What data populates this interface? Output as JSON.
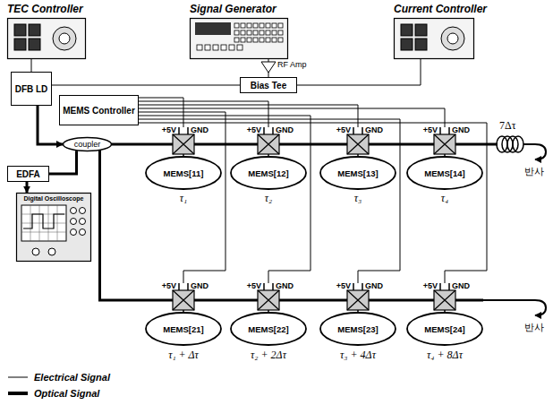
{
  "diagram": {
    "nodes": [
      {
        "text": [
          "TEC Controller"
        ]
      },
      {
        "text": [
          "Signal Generator"
        ]
      },
      {
        "text": [
          "Current Controller"
        ]
      },
      {
        "text": [
          "DFB LD"
        ]
      },
      {
        "text": [
          "MEMS Controller"
        ]
      },
      {
        "text": [
          "Bias Tee"
        ]
      },
      {
        "text": [
          "coupler"
        ]
      },
      {
        "text": [
          "EDFA"
        ]
      },
      {
        "text": [
          "Digital Oscilloscope"
        ]
      },
      {
        "text": [
          "MEMS[11]"
        ]
      },
      {
        "text": [
          "MEMS[12]"
        ]
      },
      {
        "text": [
          "MEMS[13]"
        ]
      },
      {
        "text": [
          "MEMS[14]"
        ]
      },
      {
        "text": [
          "MEMS[21]"
        ]
      },
      {
        "text": [
          "MEMS[22]"
        ]
      },
      {
        "text": [
          "MEMS[23]"
        ]
      },
      {
        "text": [
          "MEMS[24]"
        ]
      }
    ],
    "edges": [
      {
        "from": 0,
        "to": 3,
        "arrow": "none"
      },
      {
        "from": 1,
        "to": 5,
        "arrow": "none"
      },
      {
        "from": 2,
        "to": 5,
        "arrow": "none"
      },
      {
        "from": 5,
        "to": 3,
        "arrow": "none"
      },
      {
        "from": 3,
        "to": 6,
        "arrow": "to"
      },
      {
        "from": 6,
        "to": 9,
        "arrow": "none"
      },
      {
        "from": 9,
        "to": 10,
        "arrow": "none"
      },
      {
        "from": 10,
        "to": 11,
        "arrow": "none"
      },
      {
        "from": 11,
        "to": 12,
        "arrow": "none"
      },
      {
        "from": 6,
        "to": 13,
        "arrow": "none"
      },
      {
        "from": 13,
        "to": 14,
        "arrow": "none"
      },
      {
        "from": 14,
        "to": 15,
        "arrow": "none"
      },
      {
        "from": 15,
        "to": 16,
        "arrow": "none"
      },
      {
        "from": 6,
        "to": 7,
        "arrow": "none"
      },
      {
        "from": 7,
        "to": 8,
        "arrow": "to"
      },
      {
        "from": 4,
        "to": 9,
        "arrow": "none"
      },
      {
        "from": 4,
        "to": 10,
        "arrow": "none"
      },
      {
        "from": 4,
        "to": 11,
        "arrow": "none"
      },
      {
        "from": 4,
        "to": 12,
        "arrow": "none"
      },
      {
        "from": 4,
        "to": 13,
        "arrow": "none"
      },
      {
        "from": 4,
        "to": 14,
        "arrow": "none"
      },
      {
        "from": 4,
        "to": 15,
        "arrow": "none"
      },
      {
        "from": 4,
        "to": 16,
        "arrow": "none"
      }
    ],
    "labels": [
      "RF Amp",
      "+5V",
      "GND",
      "+5V",
      "GND",
      "+5V",
      "GND",
      "+5V",
      "GND",
      "+5V",
      "GND",
      "+5V",
      "GND",
      "+5V",
      "GND",
      "+5V",
      "GND",
      "τ₁",
      "τ₂",
      "τ₃",
      "τ₄",
      "7Δτ",
      "반사",
      "τ₁ + Δτ",
      "τ₂ + 2Δτ",
      "τ₃ + 4Δτ",
      "τ₄ + 8Δτ",
      "반사"
    ],
    "legend": [
      {
        "text": "Electrical Signal"
      },
      {
        "text": "Optical Signal"
      }
    ]
  }
}
